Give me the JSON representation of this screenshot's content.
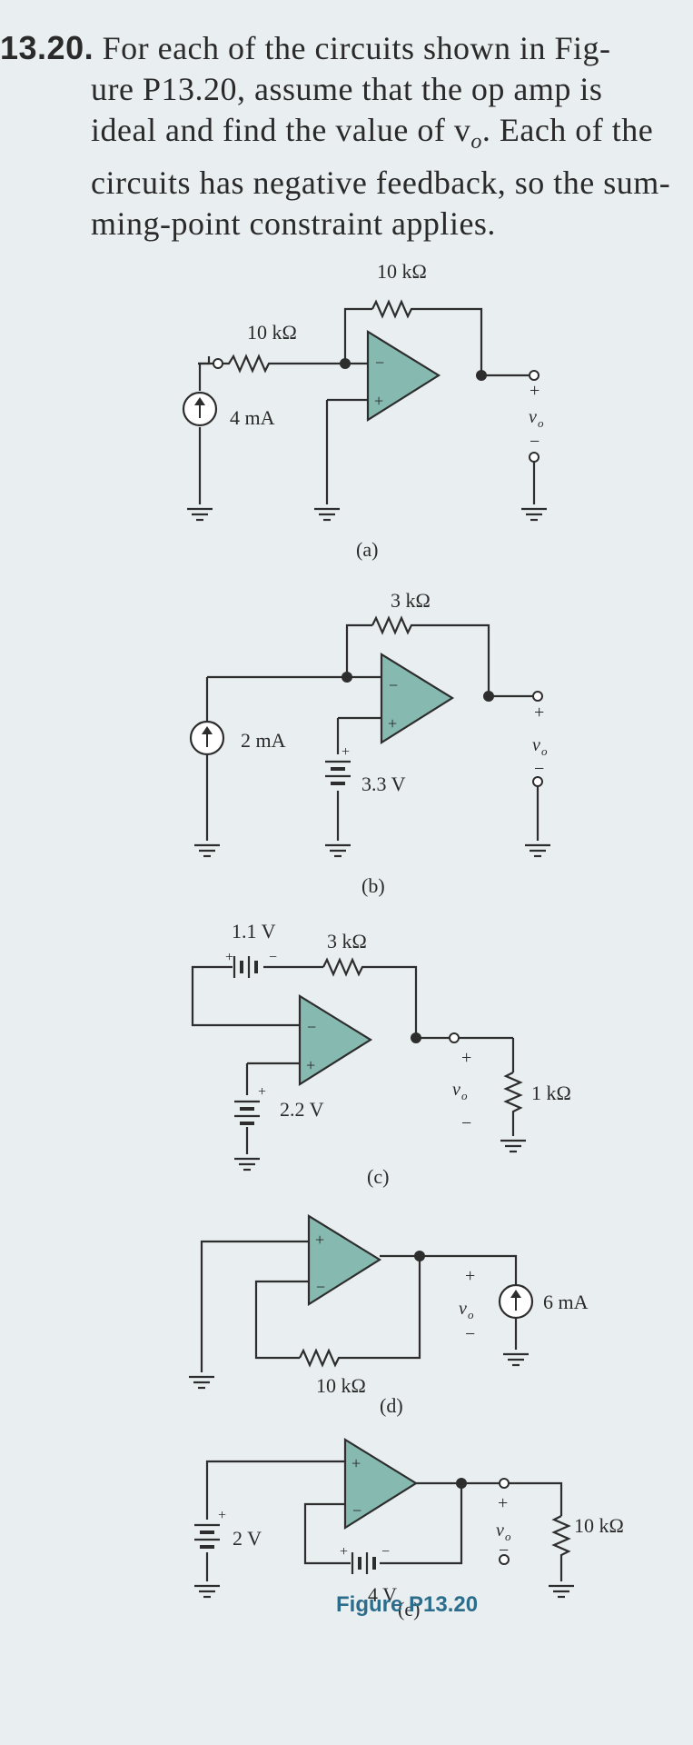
{
  "problem": {
    "number": "13.20.",
    "lines": [
      "For each of the circuits shown in Fig-",
      "ure P13.20, assume that the op amp is",
      "ideal and find the value of v",
      "circuits has negative feedback, so the sum-",
      "ming-point constraint applies."
    ],
    "line3_sub": "o",
    "line3_tail": ". Each of the"
  },
  "circuits": {
    "a": {
      "label": "(a)",
      "r_feedback": "10 kΩ",
      "r_input": "10 kΩ",
      "source": "4 mA",
      "output": "v",
      "output_sub": "o"
    },
    "b": {
      "label": "(b)",
      "r_feedback": "3 kΩ",
      "source": "2 mA",
      "battery": "3.3 V",
      "output": "v",
      "output_sub": "o"
    },
    "c": {
      "label": "(c)",
      "battery_top": "1.1 V",
      "r_feedback": "3 kΩ",
      "battery_bottom": "2.2 V",
      "r_load": "1 kΩ",
      "output": "v",
      "output_sub": "o"
    },
    "d": {
      "label": "(d)",
      "r_feedback": "10 kΩ",
      "source": "6 mA",
      "output": "v",
      "output_sub": "o"
    },
    "e": {
      "label": "(e)",
      "battery_left": "2 V",
      "battery_feedback": "4 V",
      "r_load": "10 kΩ",
      "output": "v",
      "output_sub": "o"
    }
  },
  "figure_caption": "Figure P13.20",
  "colors": {
    "opamp_fill": "#86b9b0",
    "caption": "#2c6d8c"
  }
}
